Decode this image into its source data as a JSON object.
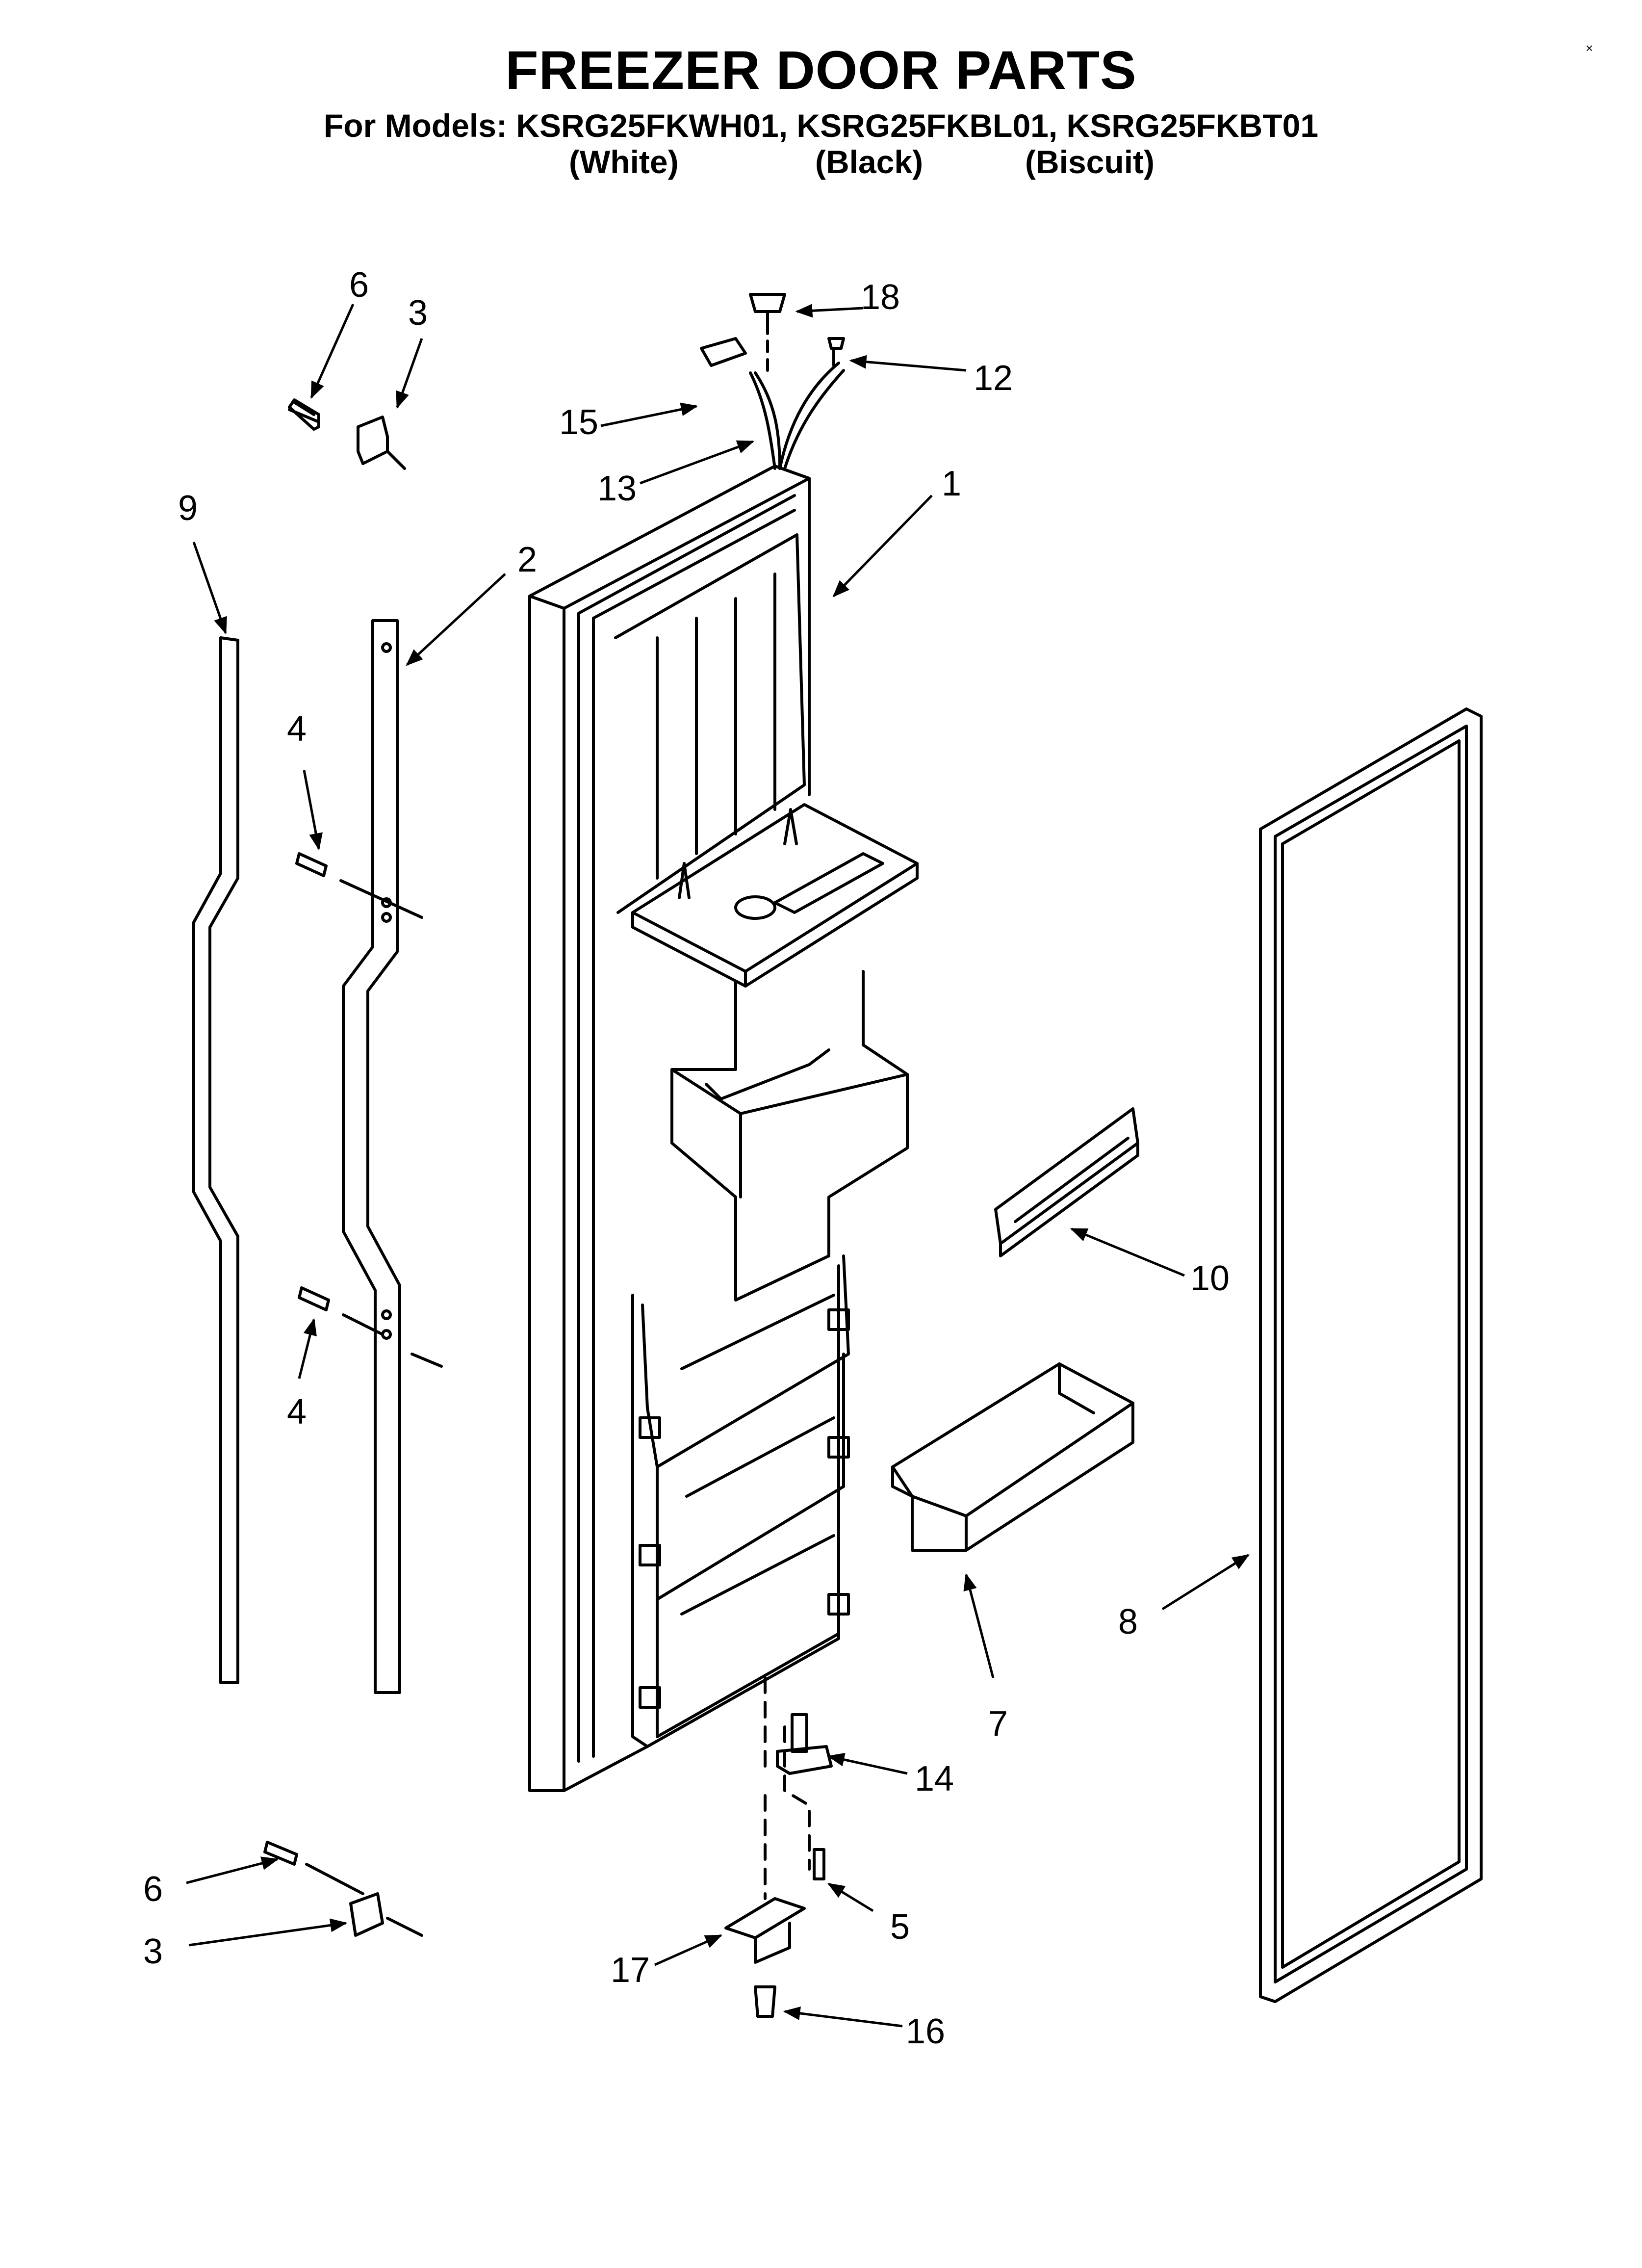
{
  "header": {
    "title": "FREEZER DOOR PARTS",
    "models_line": "For Models: KSRG25FKWH01, KSRG25FKBL01, KSRG25FKBT01",
    "variants": [
      "(White)",
      "(Black)",
      "(Biscuit)"
    ],
    "corner_mark": "×"
  },
  "callouts": [
    "1",
    "2",
    "3",
    "3",
    "4",
    "4",
    "5",
    "6",
    "6",
    "7",
    "8",
    "9",
    "10",
    "12",
    "13",
    "14",
    "15",
    "16",
    "17",
    "18"
  ]
}
